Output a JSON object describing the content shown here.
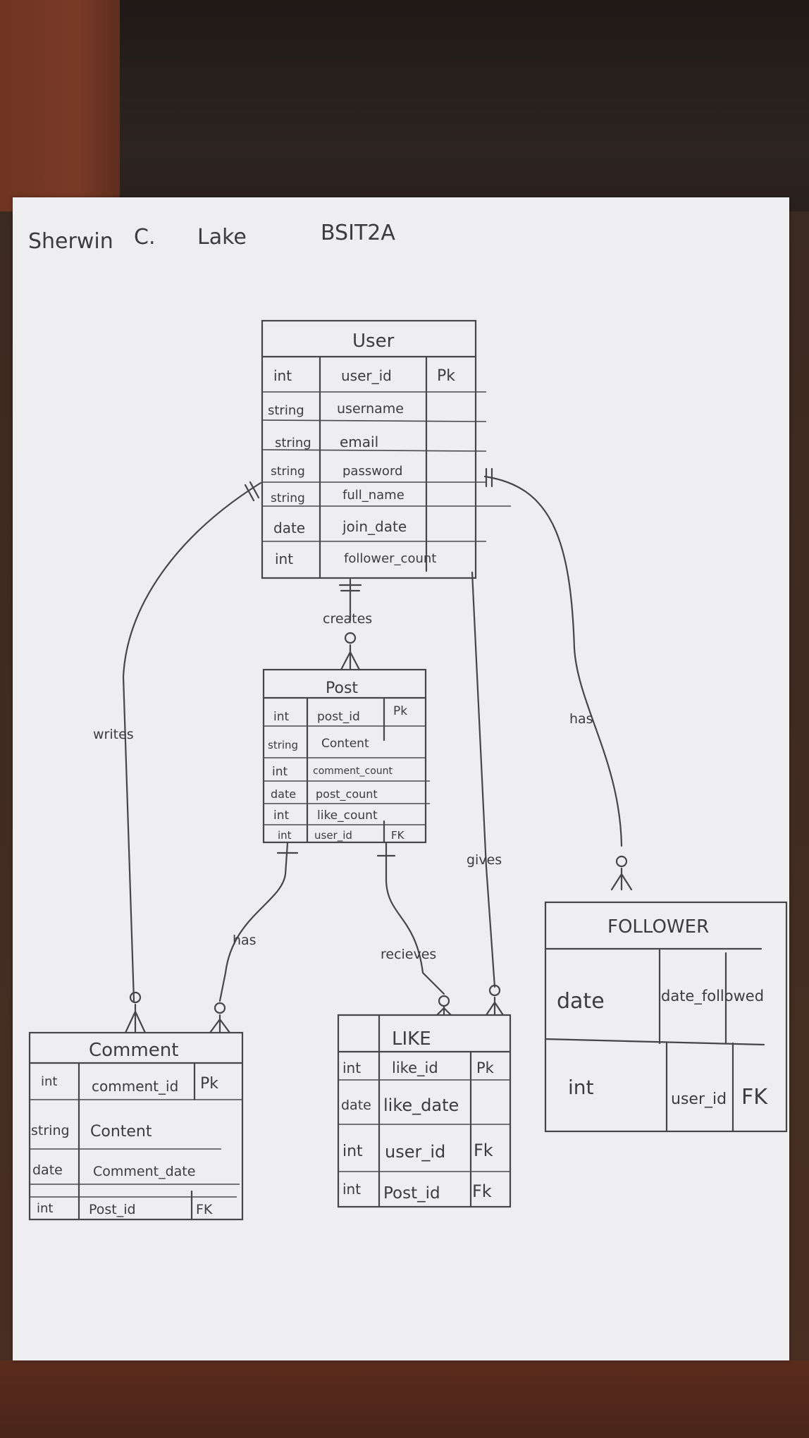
{
  "header": {
    "name_first": "Sherwin",
    "name_middle": "C.",
    "name_last": "Lake",
    "section": "BSIT2A"
  },
  "entities": {
    "user": {
      "title": "User",
      "rows": [
        {
          "type": "int",
          "name": "user_id",
          "key": "Pk"
        },
        {
          "type": "string",
          "name": "username",
          "key": ""
        },
        {
          "type": "string",
          "name": "email",
          "key": ""
        },
        {
          "type": "string",
          "name": "password",
          "key": ""
        },
        {
          "type": "string",
          "name": "full_name",
          "key": ""
        },
        {
          "type": "date",
          "name": "join_date",
          "key": ""
        },
        {
          "type": "int",
          "name": "follower_count",
          "key": ""
        }
      ]
    },
    "post": {
      "title": "Post",
      "rows": [
        {
          "type": "int",
          "name": "post_id",
          "key": "Pk"
        },
        {
          "type": "string",
          "name": "Content",
          "key": ""
        },
        {
          "type": "int",
          "name": "comment_count",
          "key": ""
        },
        {
          "type": "date",
          "name": "post_count",
          "key": ""
        },
        {
          "type": "int",
          "name": "like_count",
          "key": ""
        },
        {
          "type": "int",
          "name": "user_id",
          "key": "FK"
        }
      ]
    },
    "comment": {
      "title": "Comment",
      "rows": [
        {
          "type": "int",
          "name": "comment_id",
          "key": "Pk"
        },
        {
          "type": "string",
          "name": "Content",
          "key": ""
        },
        {
          "type": "date",
          "name": "Comment_date",
          "key": ""
        },
        {
          "type": "int",
          "name": "Post_id",
          "key": "FK"
        }
      ]
    },
    "like": {
      "title": "LIKE",
      "rows": [
        {
          "type": "int",
          "name": "like_id",
          "key": "Pk"
        },
        {
          "type": "date",
          "name": "like_date",
          "key": ""
        },
        {
          "type": "int",
          "name": "user_id",
          "key": "Fk"
        },
        {
          "type": "int",
          "name": "Post_id",
          "key": "Fk"
        }
      ]
    },
    "follower": {
      "title": "FOLLOWER",
      "rows": [
        {
          "type": "date",
          "name": "date_followed",
          "key": ""
        },
        {
          "type": "int",
          "name": "user_id",
          "key": "FK"
        }
      ]
    }
  },
  "relationships": {
    "creates": "creates",
    "writes": "writes",
    "has_follower": "has",
    "gives": "gives",
    "has_comment": "has",
    "receives": "recieves"
  }
}
